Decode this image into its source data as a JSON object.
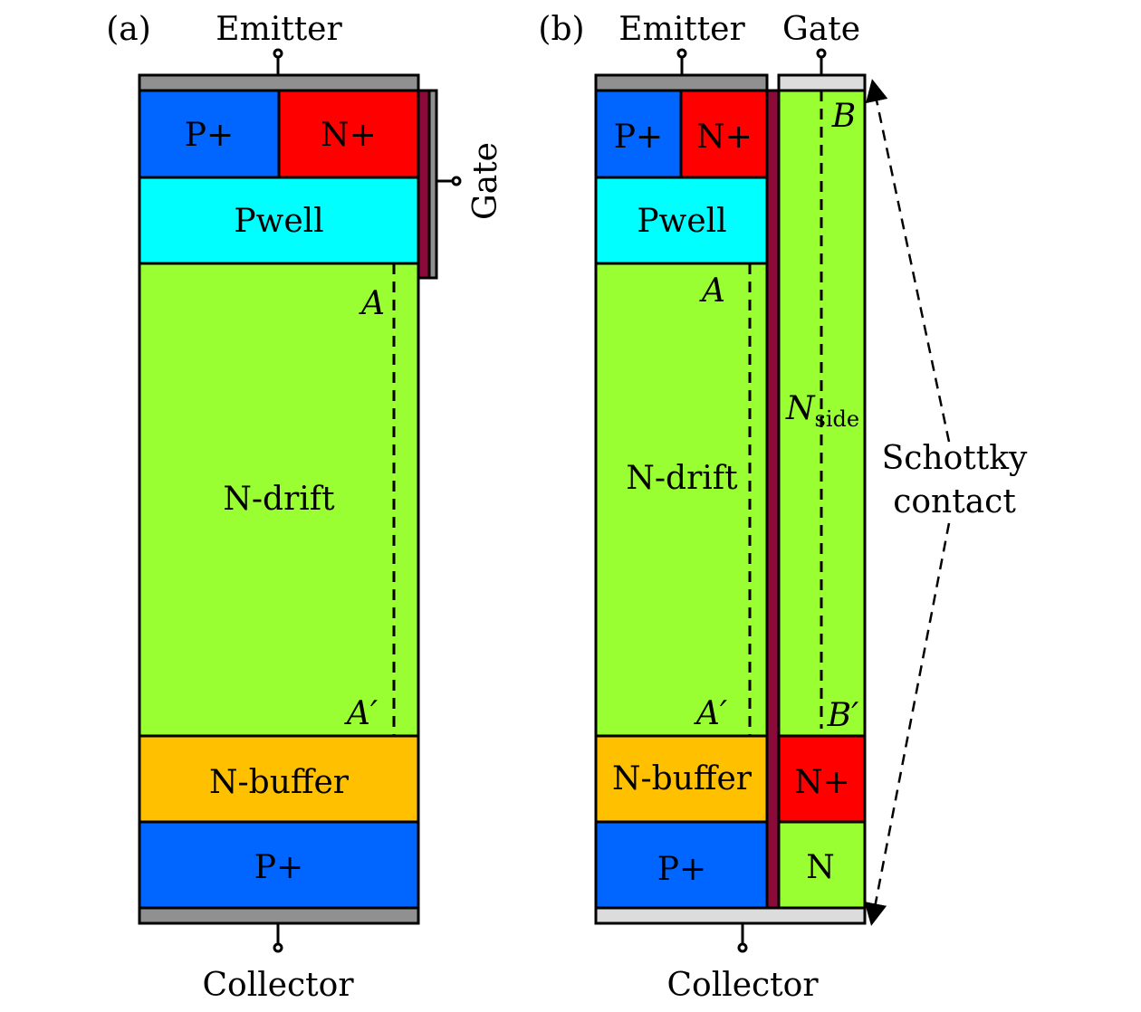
{
  "panel_a": {
    "tag": "(a)",
    "emitter": "Emitter",
    "gate": "Gate",
    "collector": "Collector",
    "layers": {
      "p_plus_top": "P+",
      "n_plus": "N+",
      "pwell": "Pwell",
      "n_drift": "N-drift",
      "n_buffer": "N-buffer",
      "p_plus_bottom": "P+"
    },
    "cut_top": "A",
    "cut_bottom": "A′"
  },
  "panel_b": {
    "tag": "(b)",
    "emitter": "Emitter",
    "gate": "Gate",
    "collector": "Collector",
    "layers": {
      "p_plus_top": "P+",
      "n_plus": "N+",
      "pwell": "Pwell",
      "n_drift": "N-drift",
      "n_buffer": "N-buffer",
      "p_plus_bottom": "P+",
      "side_n_plus": "N+",
      "side_n": "N"
    },
    "nside": "N",
    "nside_sub": "side",
    "cut_a_top": "A",
    "cut_a_bottom": "A′",
    "cut_b_top": "B",
    "cut_b_bottom": "B′",
    "schottky_line1": "Schottky",
    "schottky_line2": "contact"
  },
  "colors": {
    "p_plus": "#0066ff",
    "n_plus": "#ff0000",
    "pwell": "#00ffff",
    "n_drift": "#99ff33",
    "n_buffer": "#ffc000",
    "oxide": "#8b0a3a",
    "metal": "#909090",
    "schottky_metal": "#dcdcdc"
  }
}
